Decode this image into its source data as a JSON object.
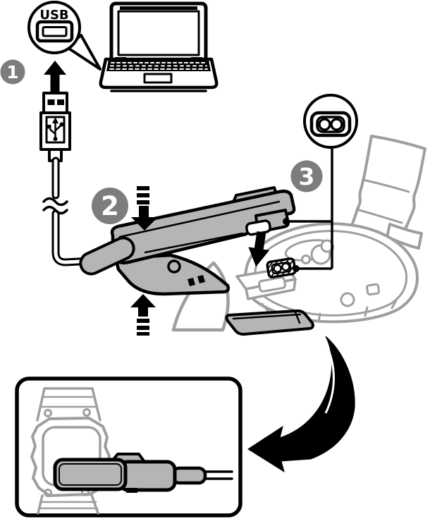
{
  "figure": {
    "type": "watch-charger-instruction-diagram",
    "usb_callout_label": "USB",
    "steps": [
      {
        "number": "1"
      },
      {
        "number": "2"
      },
      {
        "number": "3"
      }
    ],
    "icons": [
      "usb-port-icon",
      "laptop-icon",
      "usb-plug-icon",
      "up-arrow-icon",
      "press-down-arrow-icon",
      "press-up-arrow-icon",
      "insert-arrow-icon",
      "charge-contacts-icon",
      "curved-arrow-icon"
    ],
    "colors": {
      "outline": "#000000",
      "device_fill": "#b5b5b5",
      "badge_fill": "#7d7d7d",
      "watch_line": "#9e9e9e",
      "background": "#ffffff"
    }
  }
}
